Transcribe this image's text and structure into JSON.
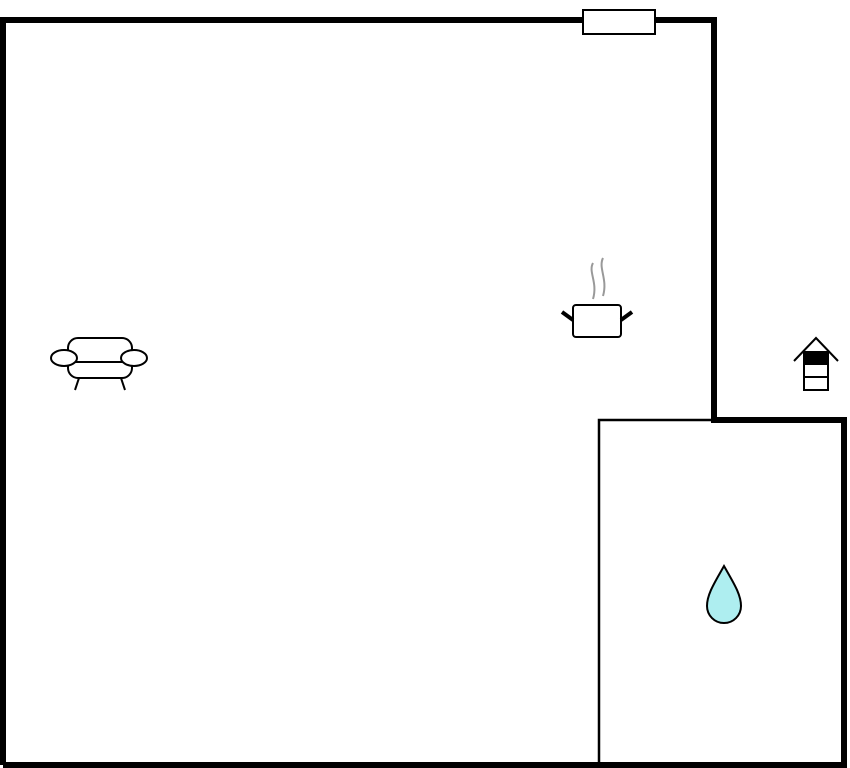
{
  "floorplan": {
    "rooms": [
      {
        "type": "living-kitchen",
        "icons": [
          "sofa-icon",
          "cooking-pot-icon"
        ]
      },
      {
        "type": "bathroom",
        "icons": [
          "water-drop-icon"
        ]
      }
    ],
    "outside_icons": [
      "house-entrance-icon"
    ],
    "openings": [
      "window"
    ]
  },
  "colors": {
    "wall": "#000000",
    "background": "#ffffff",
    "water": "#aeeef0",
    "steam": "#999999"
  }
}
